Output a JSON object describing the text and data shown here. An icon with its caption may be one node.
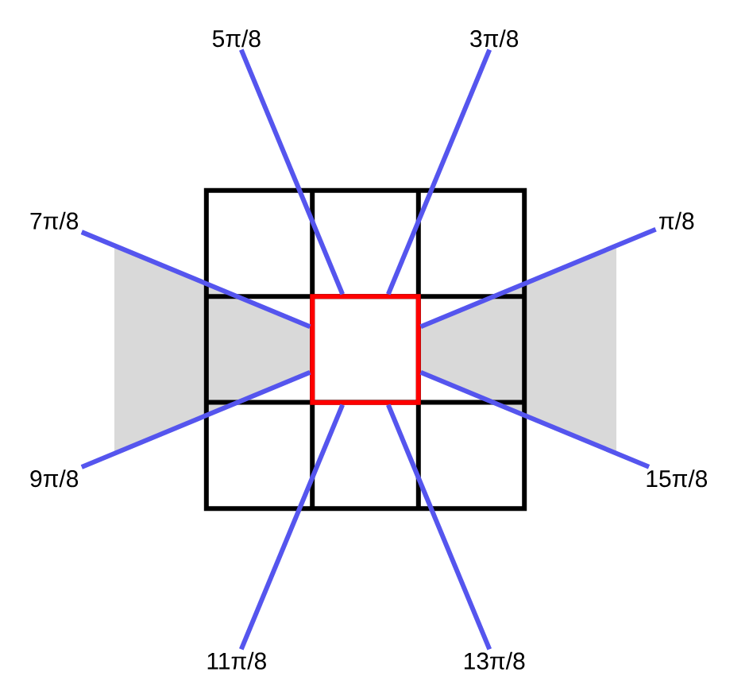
{
  "diagram": {
    "nodes": [
      {
        "text": [],
        "shape": "box"
      },
      {
        "text": [
          "5π/8"
        ]
      },
      {
        "text": [
          "3π/8"
        ]
      },
      {
        "text": [
          "7π/8"
        ]
      },
      {
        "text": [
          "π/8"
        ]
      },
      {
        "text": [
          "9π/8"
        ]
      },
      {
        "text": [
          "15π/8"
        ]
      },
      {
        "text": [
          "11π/8"
        ]
      },
      {
        "text": [
          "13π/8"
        ]
      }
    ],
    "edges": [
      {
        "from": 1,
        "to": 0,
        "arrow": "none"
      },
      {
        "from": 2,
        "to": 0,
        "arrow": "none"
      },
      {
        "from": 3,
        "to": 0,
        "arrow": "none"
      },
      {
        "from": 4,
        "to": 0,
        "arrow": "none"
      },
      {
        "from": 5,
        "to": 0,
        "arrow": "none"
      },
      {
        "from": 6,
        "to": 0,
        "arrow": "none"
      },
      {
        "from": 7,
        "to": 0,
        "arrow": "none"
      },
      {
        "from": 8,
        "to": 0,
        "arrow": "none"
      }
    ]
  }
}
